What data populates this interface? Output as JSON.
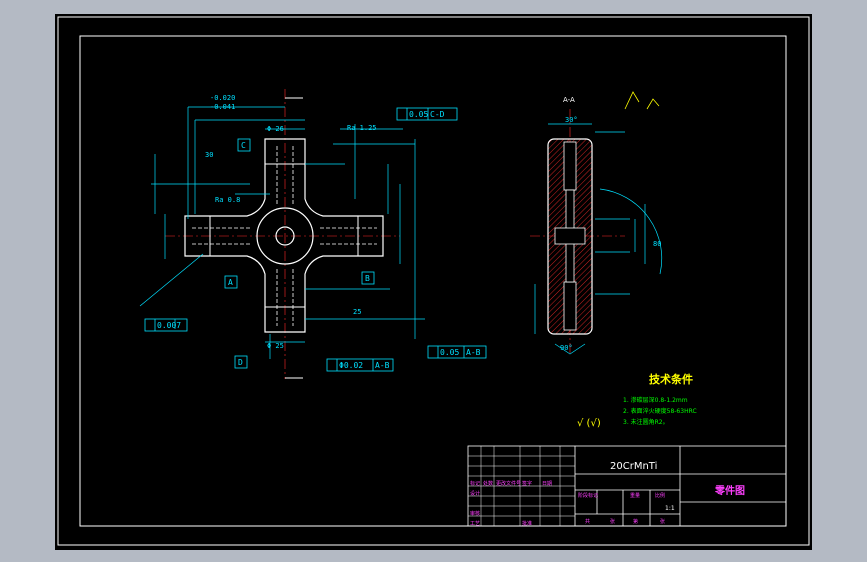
{
  "drawing": {
    "material": "20CrMnTi",
    "title": "零件图",
    "scale": "1:1",
    "tech_title": "技术条件",
    "tech_items": [
      "1. 渗碳层深0.8-1.2mm",
      "2. 表面淬火硬度58-63HRC",
      "3. 未注圆角R2。"
    ],
    "roughness_note": "√ (√)"
  },
  "annotations": {
    "tol_top": "0.05",
    "tol_top_ref": "C-D",
    "tol_bottom": "0.05",
    "tol_bottom_ref": "A-B",
    "tol_left": "0.007",
    "tol_pos_ref": "A-B",
    "tol_pos_value": "Φ0.02",
    "datum_c": "C",
    "datum_d": "D",
    "datum_a": "A",
    "datum_b": "B",
    "ra_top": "Ra 1.25",
    "ra_mid": "Ra 0.8",
    "dim_top_1": "-0.020",
    "dim_top_2": "-0.041",
    "dim_25": "25",
    "dim_30": "30",
    "dim_phi25": "Φ 25",
    "dim_phi26": "Φ 26",
    "section_a": "A-A",
    "angle_30": "30°",
    "angle_90": "90°",
    "dim_80": "80"
  },
  "title_block": {
    "row1": [
      "标记",
      "处数",
      "更改文件号",
      "签字",
      "日期"
    ],
    "row2": [
      "设计"
    ],
    "row3": [
      "审核"
    ],
    "row4": [
      "工艺",
      "批准"
    ],
    "stage": [
      "阶段标记",
      "重量",
      "比例"
    ],
    "sheet": [
      "共",
      "张",
      "第",
      "张"
    ]
  }
}
